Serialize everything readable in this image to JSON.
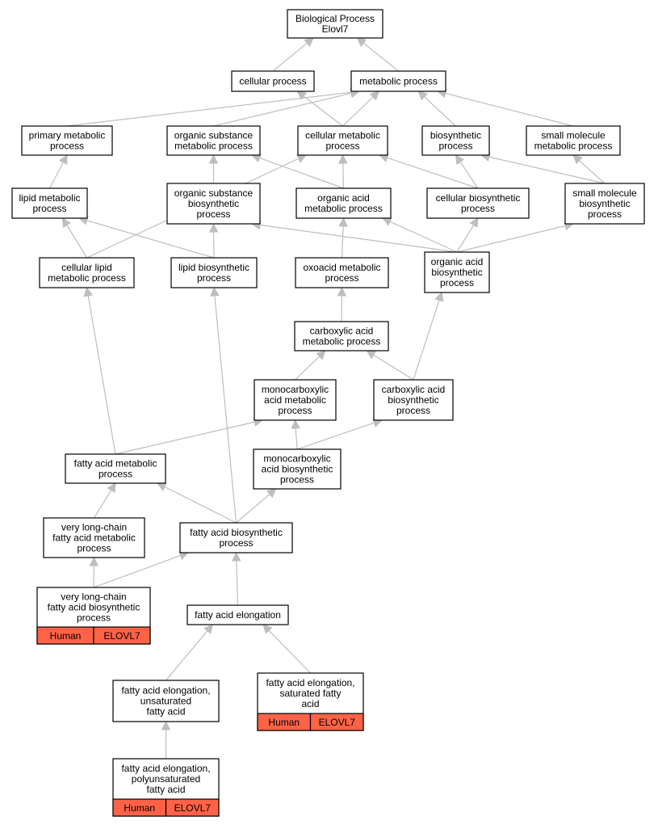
{
  "title": {
    "line1": "Biological Process",
    "line2": "Elovl7"
  },
  "colors": {
    "edge": "#BEBEBE",
    "annotation": "#FF6347",
    "border": "#000000",
    "background": "#FFFFFF"
  },
  "nodes": {
    "bp": {
      "lines": [
        "Biological Process",
        "Elovl7"
      ]
    },
    "cellular": {
      "lines": [
        "cellular process"
      ]
    },
    "metabolic": {
      "lines": [
        "metabolic process"
      ]
    },
    "primary": {
      "lines": [
        "primary metabolic",
        "process"
      ]
    },
    "orgsub_met": {
      "lines": [
        "organic substance",
        "metabolic process"
      ]
    },
    "cell_met": {
      "lines": [
        "cellular metabolic",
        "process"
      ]
    },
    "biosyn": {
      "lines": [
        "biosynthetic",
        "process"
      ]
    },
    "smallmol_met": {
      "lines": [
        "small molecule",
        "metabolic process"
      ]
    },
    "lipid_met": {
      "lines": [
        "lipid metabolic",
        "process"
      ]
    },
    "orgsub_bio": {
      "lines": [
        "organic substance",
        "biosynthetic",
        "process"
      ]
    },
    "orgacid_met": {
      "lines": [
        "organic acid",
        "metabolic process"
      ]
    },
    "cell_bio": {
      "lines": [
        "cellular biosynthetic",
        "process"
      ]
    },
    "smallmol_bio": {
      "lines": [
        "small molecule",
        "biosynthetic",
        "process"
      ]
    },
    "cell_lipid": {
      "lines": [
        "cellular lipid",
        "metabolic process"
      ]
    },
    "lipid_bio": {
      "lines": [
        "lipid biosynthetic",
        "process"
      ]
    },
    "oxoacid": {
      "lines": [
        "oxoacid metabolic",
        "process"
      ]
    },
    "orgacid_bio": {
      "lines": [
        "organic acid",
        "biosynthetic",
        "process"
      ]
    },
    "carbox_met": {
      "lines": [
        "carboxylic acid",
        "metabolic process"
      ]
    },
    "monocarb_met": {
      "lines": [
        "monocarboxylic",
        "acid metabolic",
        "process"
      ]
    },
    "carbox_bio": {
      "lines": [
        "carboxylic acid",
        "biosynthetic",
        "process"
      ]
    },
    "monocarb_bio": {
      "lines": [
        "monocarboxylic",
        "acid biosynthetic",
        "process"
      ]
    },
    "fa_met": {
      "lines": [
        "fatty acid metabolic",
        "process"
      ]
    },
    "vlc_met": {
      "lines": [
        "very long-chain",
        "fatty acid metabolic",
        "process"
      ]
    },
    "fa_bio": {
      "lines": [
        "fatty acid biosynthetic",
        "process"
      ]
    },
    "vlc_bio": {
      "lines": [
        "very long-chain",
        "fatty acid biosynthetic",
        "process"
      ],
      "annotation": [
        "Human",
        "ELOVL7"
      ]
    },
    "fa_elong": {
      "lines": [
        "fatty acid elongation"
      ]
    },
    "fa_elong_unsat": {
      "lines": [
        "fatty acid elongation,",
        "unsaturated",
        "fatty acid"
      ]
    },
    "fa_elong_sat": {
      "lines": [
        "fatty acid elongation,",
        "saturated fatty",
        "acid"
      ],
      "annotation": [
        "Human",
        "ELOVL7"
      ]
    },
    "fa_elong_poly": {
      "lines": [
        "fatty acid elongation,",
        "polyunsaturated",
        "fatty acid"
      ],
      "annotation": [
        "Human",
        "ELOVL7"
      ]
    }
  },
  "edges": [
    [
      "cellular",
      "bp"
    ],
    [
      "metabolic",
      "bp"
    ],
    [
      "primary",
      "metabolic"
    ],
    [
      "orgsub_met",
      "metabolic"
    ],
    [
      "cell_met",
      "metabolic"
    ],
    [
      "cell_met",
      "cellular"
    ],
    [
      "biosyn",
      "metabolic"
    ],
    [
      "smallmol_met",
      "metabolic"
    ],
    [
      "lipid_met",
      "primary"
    ],
    [
      "orgsub_bio",
      "orgsub_met"
    ],
    [
      "orgacid_met",
      "cell_met"
    ],
    [
      "orgacid_met",
      "orgsub_met"
    ],
    [
      "cell_bio",
      "cell_met"
    ],
    [
      "cell_bio",
      "biosyn"
    ],
    [
      "smallmol_bio",
      "smallmol_met"
    ],
    [
      "smallmol_bio",
      "biosyn"
    ],
    [
      "cell_lipid",
      "lipid_met"
    ],
    [
      "cell_lipid",
      "cell_met"
    ],
    [
      "lipid_bio",
      "lipid_met"
    ],
    [
      "lipid_bio",
      "orgsub_bio"
    ],
    [
      "oxoacid",
      "orgacid_met"
    ],
    [
      "orgacid_bio",
      "orgacid_met"
    ],
    [
      "orgacid_bio",
      "orgsub_bio"
    ],
    [
      "orgacid_bio",
      "cell_bio"
    ],
    [
      "orgacid_bio",
      "smallmol_bio"
    ],
    [
      "carbox_met",
      "oxoacid"
    ],
    [
      "monocarb_met",
      "carbox_met"
    ],
    [
      "carbox_bio",
      "carbox_met"
    ],
    [
      "carbox_bio",
      "orgacid_bio"
    ],
    [
      "monocarb_bio",
      "monocarb_met"
    ],
    [
      "monocarb_bio",
      "carbox_bio"
    ],
    [
      "fa_met",
      "cell_lipid"
    ],
    [
      "fa_met",
      "monocarb_met"
    ],
    [
      "vlc_met",
      "fa_met"
    ],
    [
      "fa_bio",
      "fa_met"
    ],
    [
      "fa_bio",
      "lipid_bio"
    ],
    [
      "fa_bio",
      "monocarb_bio"
    ],
    [
      "vlc_bio",
      "vlc_met"
    ],
    [
      "vlc_bio",
      "fa_bio"
    ],
    [
      "fa_elong",
      "fa_bio"
    ],
    [
      "fa_elong_unsat",
      "fa_elong"
    ],
    [
      "fa_elong_sat",
      "fa_elong"
    ],
    [
      "fa_elong_poly",
      "fa_elong_unsat"
    ]
  ]
}
